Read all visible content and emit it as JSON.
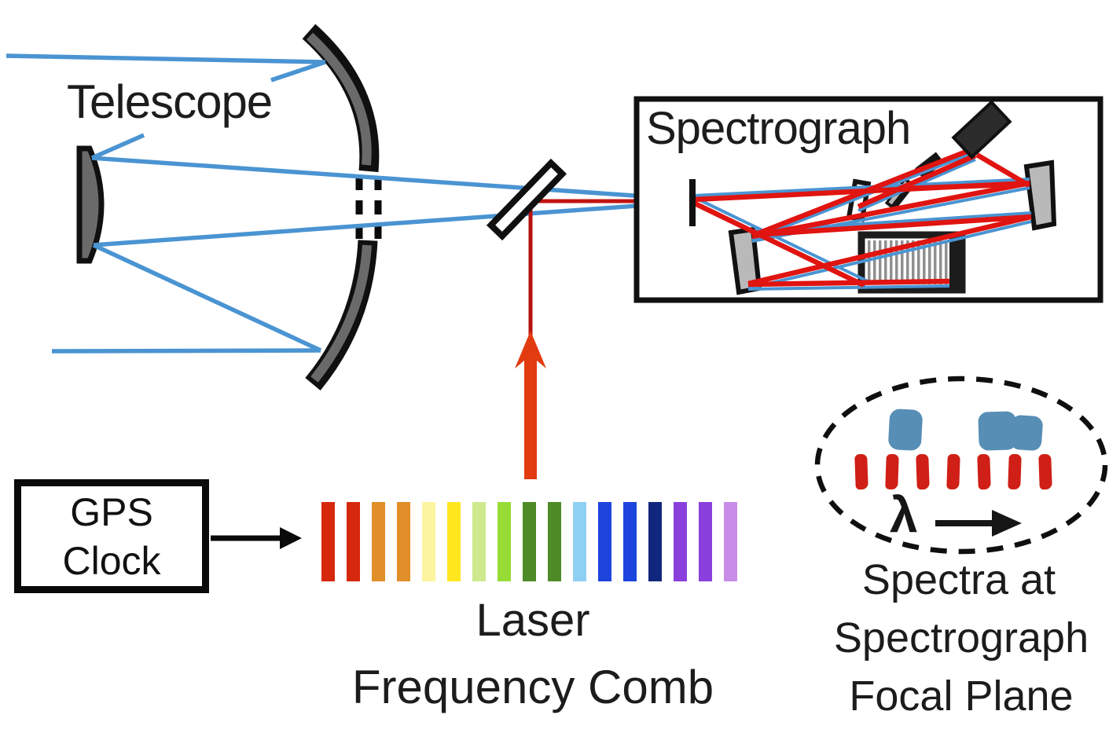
{
  "colors": {
    "ray_blue": "#4a94d2",
    "ray_red": "#e01410",
    "comb_feed_red": "#b5120e",
    "comb_arrow_red": "#e23b10",
    "mirror_gray": "#6a6a6a",
    "optic_gray": "#b9b9b9",
    "spectra_blob_blue": "#578eb5",
    "spectra_mark_red": "#cf1f16",
    "outline_black": "#0a0a0a"
  },
  "telescope": {
    "label": "Telescope"
  },
  "spectrograph": {
    "label": "Spectrograph"
  },
  "gps": {
    "line1": "GPS",
    "line2": "Clock"
  },
  "comb": {
    "label_line1": "Laser",
    "label_line2": "Frequency Comb",
    "bar_colors": [
      "#d6280d",
      "#d6280d",
      "#e18f28",
      "#e18f28",
      "#fdf4a0",
      "#ffe71f",
      "#cfe98f",
      "#97dc36",
      "#4c8b26",
      "#4c8b26",
      "#8dd0f2",
      "#1d45de",
      "#1d45de",
      "#11267d",
      "#8a40dc",
      "#8a40dc",
      "#c88de8"
    ]
  },
  "focal_plane": {
    "lambda": "λ",
    "mark_count": 7,
    "caption_line1": "Spectra at",
    "caption_line2": "Spectrograph",
    "caption_line3": "Focal Plane"
  }
}
